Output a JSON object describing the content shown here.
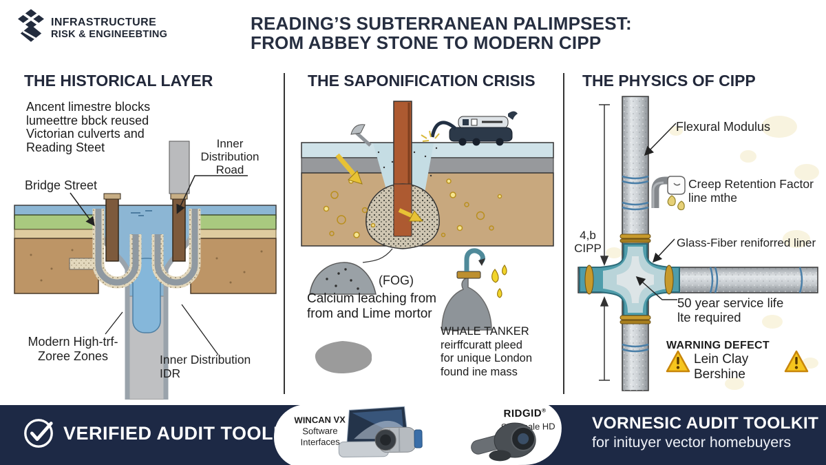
{
  "brand": {
    "name_line1": "INFRASTRUCTURE",
    "name_line2": "RISK & ENGINEEBTING"
  },
  "header": {
    "title_line1": "READING’S SUBTERRANEAN PALIMPSEST:",
    "title_line2": "FROM ABBEY STONE TO MODERN CIPP"
  },
  "historical": {
    "heading": "THE HISTORICAL LAYER",
    "intro": [
      "Ancent limestre blocks",
      "lumeettre bbck reused",
      "Victorian culverts and",
      "Reading Steet"
    ],
    "label_idr_road": [
      "Inner",
      "Distribution",
      "Road"
    ],
    "label_bridge_street": "Bridge Street",
    "label_modern_zones": [
      "Modern High-trf-",
      "Zoree Zones"
    ],
    "label_inner_idr": [
      "Inner Distribution",
      "IDR"
    ]
  },
  "saponification": {
    "heading": "THE SAPONIFICATION CRISIS",
    "label_fog": "(FOG)",
    "label_calcium": [
      "Calcium leaching from",
      "from and Lime mortor"
    ],
    "label_whale": [
      "WHALE TANKER",
      "reirffcuratt pleed",
      "for unique London",
      "found ine mass"
    ]
  },
  "physics": {
    "heading": "THE PHYSICS OF CIPP",
    "label_flexural": "Flexural Modulus",
    "label_creep": [
      "Creep Retention Factor",
      "line mthe"
    ],
    "label_glass": "Glass-Fiber reniforred liner",
    "label_service": [
      "50 year service life",
      "lte required"
    ],
    "label_warning_heading": "WARNING DEFECT",
    "label_warning": [
      "Lein Clay",
      "Bershine"
    ],
    "label_dimension": [
      "4,b",
      "CIPP"
    ]
  },
  "footer": {
    "left_title": "VERIFIED AUDIT TOOLKIT",
    "wincan": [
      "WINCAN VX",
      "Software",
      "Interfaces"
    ],
    "ridgid_brand": "RIDGID",
    "ridgid_reg": "®",
    "ridgid_product": "SeeSnale HD",
    "right_title": "VORNESIC AUDIT TOOLKIT",
    "right_subtitle": "for inituyer vector homebuyers"
  },
  "colors": {
    "footer_navy": "#1d2945",
    "heading_text": "#22283a",
    "water_blue": "#8cb6d4",
    "cipp_teal": "#4f9dab",
    "warning_yellow": "#f6c51d",
    "soil_tan": "#c8a87e"
  }
}
